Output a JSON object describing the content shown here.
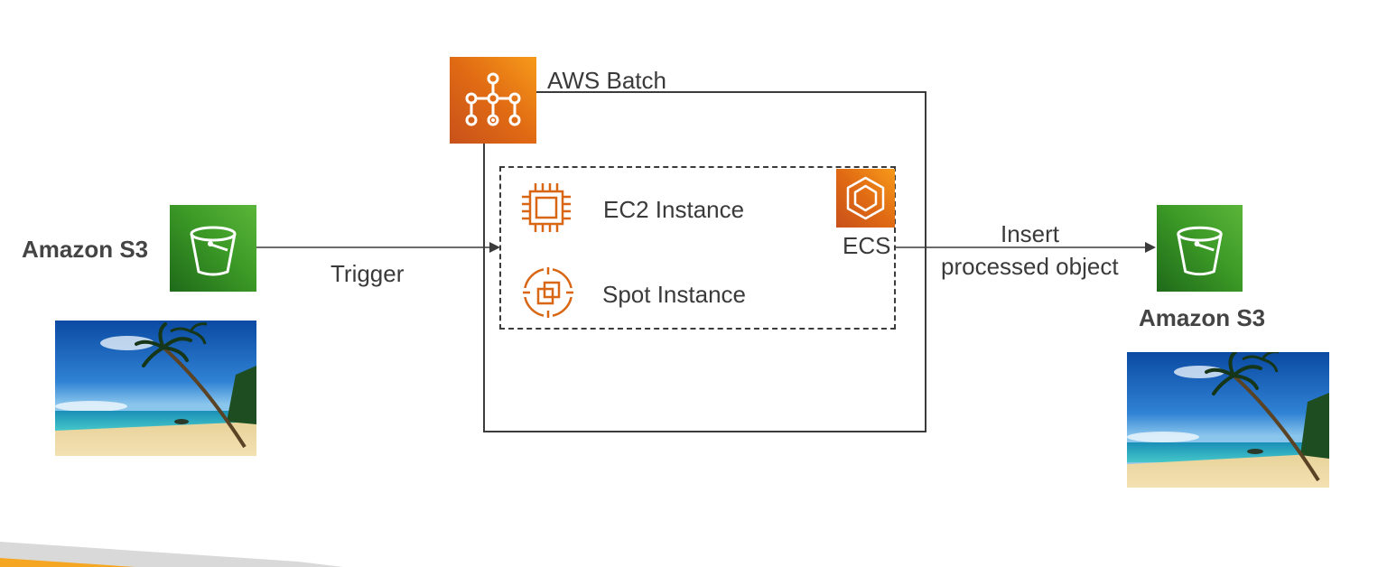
{
  "source": {
    "service_label": "Amazon S3",
    "icon": "s3-bucket-icon",
    "image": "beach-photo"
  },
  "trigger_label": "Trigger",
  "batch": {
    "title": "AWS Batch",
    "icon": "aws-batch-icon",
    "compute": {
      "items": [
        {
          "label": "EC2 Instance",
          "icon": "ec2-chip-icon"
        },
        {
          "label": "Spot Instance",
          "icon": "spot-instance-icon"
        }
      ],
      "ecs": {
        "label": "ECS",
        "icon": "ecs-icon"
      }
    }
  },
  "insert_label": {
    "line1": "Insert",
    "line2": "processed object"
  },
  "destination": {
    "service_label": "Amazon S3",
    "icon": "s3-bucket-icon",
    "image": "beach-photo"
  },
  "colors": {
    "s3_green": "#3c9a26",
    "aws_orange": "#e06a13",
    "line": "#3b3b3b",
    "footer_orange": "#f5a623"
  }
}
